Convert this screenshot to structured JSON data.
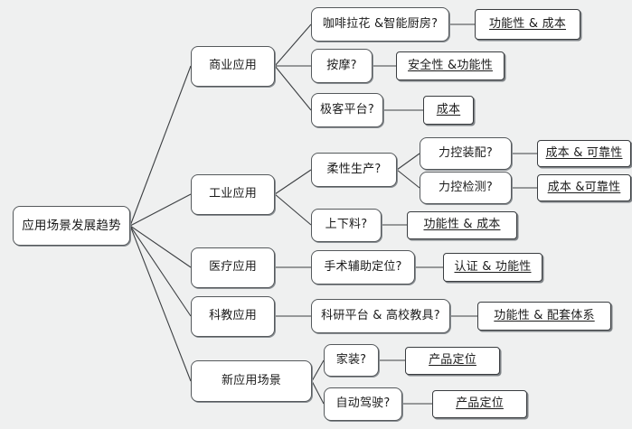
{
  "diagram": {
    "type": "mindmap-tree",
    "orientation": "left-to-right",
    "background_color": "#eff0f0",
    "node_fill": "#ffffff",
    "node_border": "#55595c",
    "leaf_border": "#3a3d40",
    "edge_color": "#3c3f42",
    "root": {
      "label": "应用场景发展趋势"
    },
    "branches": [
      {
        "id": "commercial",
        "label": "商业应用",
        "children": [
          {
            "id": "coffee-kitchen",
            "label": "咖啡拉花 &智能厨房?",
            "metrics": [
              {
                "id": "m-func-cost-1",
                "label": "功能性 & 成本"
              }
            ]
          },
          {
            "id": "massage",
            "label": "按摩?",
            "metrics": [
              {
                "id": "m-safety-func",
                "label": "安全性 &功能性"
              }
            ]
          },
          {
            "id": "geek-platform",
            "label": "极客平台?",
            "metrics": [
              {
                "id": "m-cost",
                "label": "成本"
              }
            ]
          }
        ]
      },
      {
        "id": "industrial",
        "label": "工业应用",
        "children": [
          {
            "id": "flexible-manufacturing",
            "label": "柔性生产?",
            "children": [
              {
                "id": "force-assembly",
                "label": "力控装配?",
                "metrics": [
                  {
                    "id": "m-cost-reliab-1",
                    "label": "成本 & 可靠性"
                  }
                ]
              },
              {
                "id": "force-inspection",
                "label": "力控检测?",
                "metrics": [
                  {
                    "id": "m-cost-reliab-2",
                    "label": "成本 &可靠性"
                  }
                ]
              }
            ]
          },
          {
            "id": "load-unload",
            "label": "上下料?",
            "metrics": [
              {
                "id": "m-func-cost-2",
                "label": "功能性 & 成本"
              }
            ]
          }
        ]
      },
      {
        "id": "medical",
        "label": "医疗应用",
        "children": [
          {
            "id": "surgical-positioning",
            "label": "手术辅助定位?",
            "metrics": [
              {
                "id": "m-cert-func",
                "label": "认证 & 功能性"
              }
            ]
          }
        ]
      },
      {
        "id": "education",
        "label": "科教应用",
        "children": [
          {
            "id": "research-platform",
            "label": "科研平台 & 高校教具?",
            "metrics": [
              {
                "id": "m-func-support",
                "label": "功能性 & 配套体系"
              }
            ]
          }
        ]
      },
      {
        "id": "new-scenarios",
        "label": "新应用场景",
        "children": [
          {
            "id": "home-decoration",
            "label": "家装?",
            "metrics": [
              {
                "id": "m-product-pos-1",
                "label": "产品定位"
              }
            ]
          },
          {
            "id": "autonomous-driving",
            "label": "自动驾驶?",
            "metrics": [
              {
                "id": "m-product-pos-2",
                "label": "产品定位"
              }
            ]
          }
        ]
      }
    ]
  },
  "nodes": {
    "root": "应用场景发展趋势",
    "commercial": "商业应用",
    "industrial": "工业应用",
    "medical": "医疗应用",
    "education": "科教应用",
    "new_scenarios": "新应用场景",
    "coffee_kitchen": "咖啡拉花 &智能厨房?",
    "massage": "按摩?",
    "geek_platform": "极客平台?",
    "flexible_manufacturing": "柔性生产?",
    "load_unload": "上下料?",
    "force_assembly": "力控装配?",
    "force_inspection": "力控检测?",
    "surgical_positioning": "手术辅助定位?",
    "research_platform": "科研平台 & 高校教具?",
    "home_decoration": "家装?",
    "autonomous_driving": "自动驾驶?",
    "m_func_cost_1": "功能性 & 成本",
    "m_safety_func": "安全性 &功能性",
    "m_cost": "成本",
    "m_cost_reliab_1": "成本 & 可靠性",
    "m_cost_reliab_2": "成本 &可靠性",
    "m_func_cost_2": "功能性 & 成本",
    "m_cert_func": "认证 & 功能性",
    "m_func_support": "功能性 & 配套体系",
    "m_product_pos_1": "产品定位",
    "m_product_pos_2": "产品定位"
  }
}
